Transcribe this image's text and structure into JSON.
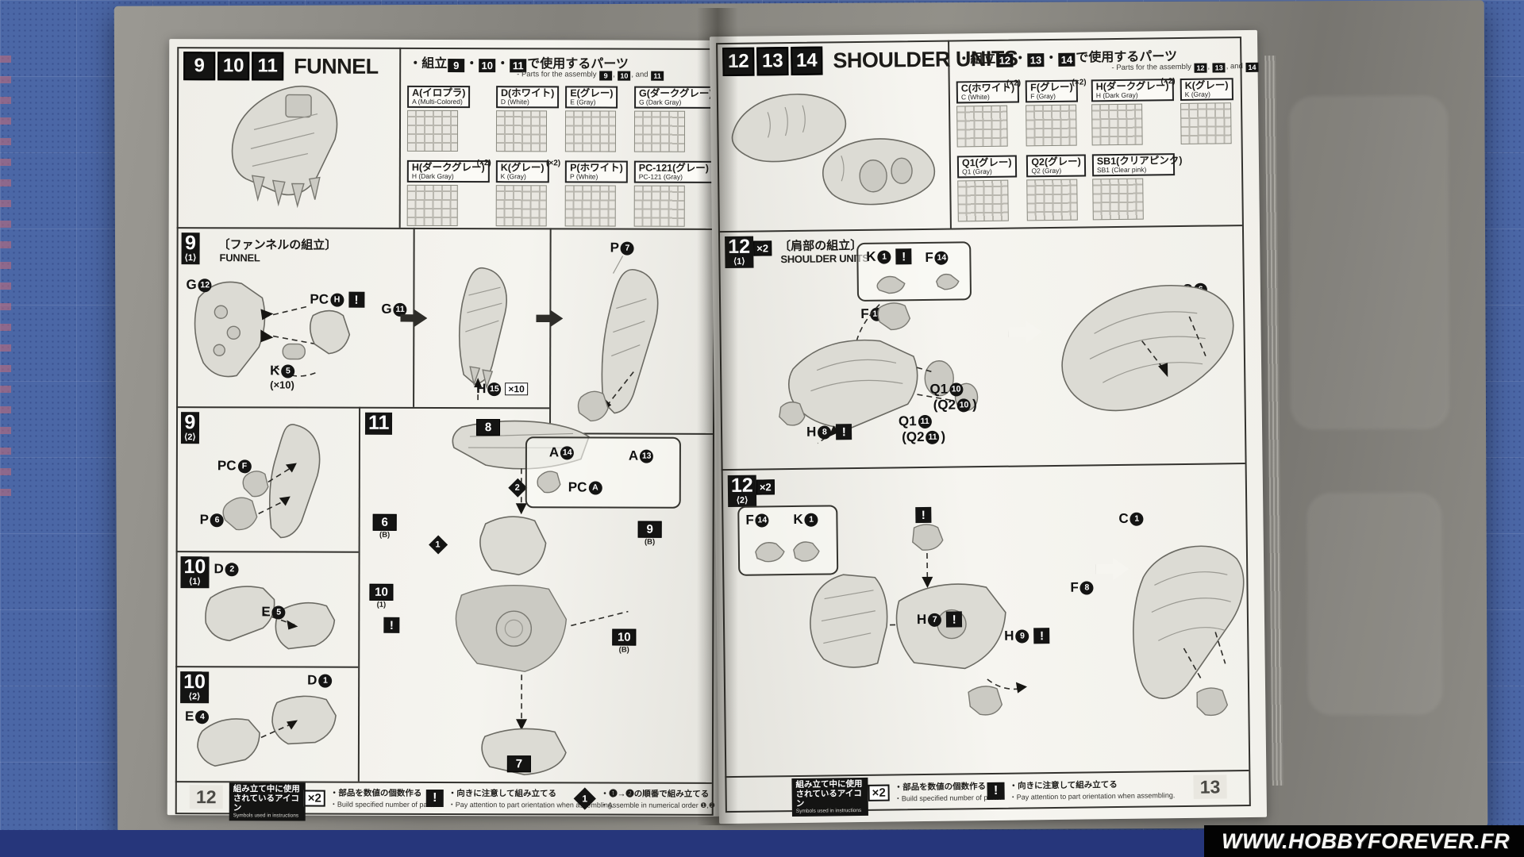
{
  "symbols": {
    "warn": "!"
  },
  "scene": {
    "watermark": "WWW.HOBBYFOREVER.FR"
  },
  "left_page": {
    "page_number": "12",
    "header": {
      "steps": [
        "9",
        "10",
        "11"
      ],
      "title": "FUNNEL"
    },
    "parts_header": {
      "jp_pre": "・組立",
      "sep": "・",
      "jp_post": "で使用するパーツ",
      "en_pre": "- Parts for the assembly",
      "en_sep1": ", ",
      "en_sep2": ", and ",
      "steps": [
        "9",
        "10",
        "11"
      ]
    },
    "parts": [
      {
        "code": "A(イロプラ)",
        "sub": "A (Multi-Colored)",
        "mult": ""
      },
      {
        "code": "D(ホワイト)",
        "sub": "D (White)",
        "mult": ""
      },
      {
        "code": "E(グレー)",
        "sub": "E (Gray)",
        "mult": ""
      },
      {
        "code": "G(ダークグレー)",
        "sub": "G (Dark Gray)",
        "mult": ""
      },
      {
        "code": "H(ダークグレー)",
        "sub": "H (Dark Gray)",
        "mult": "(×2)"
      },
      {
        "code": "K(グレー)",
        "sub": "K (Gray)",
        "mult": "(×2)"
      },
      {
        "code": "P(ホワイト)",
        "sub": "P (White)",
        "mult": ""
      },
      {
        "code": "PC-121(グレー)",
        "sub": "PC-121 (Gray)",
        "mult": ""
      }
    ],
    "steps": {
      "s9_1": {
        "num": "9",
        "sub": "⟨1⟩",
        "heading_jp": "〔ファンネルの組立〕",
        "heading_en": "FUNNEL",
        "g12_pre": "G",
        "g12_circ": "12",
        "pch_pre": "PC",
        "pch_circ": "H",
        "g11_pre": "G",
        "g11_circ": "11",
        "k5_pre": "K",
        "k5_circ": "5",
        "k5_note": "(×10)",
        "h15_pre": "H",
        "h15_circ": "15",
        "h15_x10": "×10",
        "p7_pre": "P",
        "p7_circ": "7"
      },
      "s9_2": {
        "num": "9",
        "sub": "⟨2⟩",
        "pcf_pre": "PC",
        "pcf_circ": "F",
        "p6_pre": "P",
        "p6_circ": "6"
      },
      "s10_1": {
        "num": "10",
        "sub": "⟨1⟩",
        "d2_pre": "D",
        "d2_circ": "2",
        "e5_pre": "E",
        "e5_circ": "5"
      },
      "s10_2": {
        "num": "10",
        "sub": "⟨2⟩",
        "e4_pre": "E",
        "e4_circ": "4",
        "d1_pre": "D",
        "d1_circ": "1"
      },
      "s11": {
        "num": "11",
        "b8": "8",
        "b6_n": "6",
        "b6_s": "(B)",
        "b9_n": "9",
        "b9_s": "(B)",
        "b10a_n": "10",
        "b10a_s": "(1)",
        "b10b_n": "10",
        "b10b_s": "(B)",
        "b7": "7",
        "d2": "2",
        "d1": "1",
        "a14_pre": "A",
        "a14_circ": "14",
        "a13_pre": "A",
        "a13_circ": "13",
        "pca_pre": "PC",
        "pca_circ": "A"
      }
    },
    "legend": {
      "header_jp1": "組み立て中に使用",
      "header_jp2": "されているアイコン",
      "header_en": "Symbols used in instructions",
      "x2_icon": "×2",
      "x2_jp": "・部品を数値の個数作る",
      "x2_en": "・Build specified number of parts.",
      "warn_jp": "・向きに注意して組み立てる",
      "warn_en": "・Pay attention to part orientation when assembling.",
      "order_icon": "1",
      "order_jp": "・❶→❷の順番で組み立てる",
      "order_en": "・Assemble in numerical order ❶,❷"
    }
  },
  "right_page": {
    "page_number": "13",
    "header": {
      "steps": [
        "12",
        "13",
        "14"
      ],
      "title": "SHOULDER UNITS"
    },
    "parts_header": {
      "jp_pre": "・組立",
      "sep": "・",
      "jp_post": "で使用するパーツ",
      "en_pre": "- Parts for the assembly",
      "en_sep1": ", ",
      "en_sep2": ", and ",
      "steps": [
        "12",
        "13",
        "14"
      ]
    },
    "parts": [
      {
        "code": "C(ホワイト)",
        "sub": "C (White)",
        "mult": "(×2)"
      },
      {
        "code": "F(グレー)",
        "sub": "F (Gray)",
        "mult": "(×2)"
      },
      {
        "code": "H(ダークグレー)",
        "sub": "H (Dark Gray)",
        "mult": "(×2)"
      },
      {
        "code": "K(グレー)",
        "sub": "K (Gray)",
        "mult": ""
      },
      {
        "code": "Q1(グレー)",
        "sub": "Q1 (Gray)",
        "mult": ""
      },
      {
        "code": "Q2(グレー)",
        "sub": "Q2 (Gray)",
        "mult": ""
      },
      {
        "code": "SB1(クリアピンク)",
        "sub": "SB1 (Clear pink)",
        "mult": ""
      }
    ],
    "steps": {
      "s12_1": {
        "num": "12",
        "mult": "×2",
        "sub": "⟨1⟩",
        "heading_jp": "〔肩部の組立〕",
        "heading_en": "SHOULDER UNITS",
        "k1_pre": "K",
        "k1_circ": "1",
        "f14_pre": "F",
        "f14_circ": "14",
        "f15_pre": "F",
        "f15_circ": "15",
        "q1a_pre": "Q1",
        "q1a_circ": "10",
        "q1a_p_pre": "(Q2",
        "q1a_p_circ": "10",
        "q1a_p_post": ")",
        "q1b_pre": "Q1",
        "q1b_circ": "11",
        "q1b_p_pre": "(Q2",
        "q1b_p_circ": "11",
        "q1b_p_post": ")",
        "h8_pre": "H",
        "h8_circ": "8",
        "c6_pre": "C",
        "c6_circ": "6"
      },
      "s12_2": {
        "num": "12",
        "mult": "×2",
        "sub": "⟨2⟩",
        "f14_pre": "F",
        "f14_circ": "14",
        "k1_pre": "K",
        "k1_circ": "1",
        "c1_pre": "C",
        "c1_circ": "1",
        "f8_pre": "F",
        "f8_circ": "8",
        "h7_pre": "H",
        "h7_circ": "7",
        "h9_pre": "H",
        "h9_circ": "9"
      }
    },
    "legend": {
      "header_jp1": "組み立て中に使用",
      "header_jp2": "されているアイコン",
      "header_en": "Symbols used in instructions",
      "x2_icon": "×2",
      "x2_jp": "・部品を数値の個数作る",
      "x2_en": "・Build specified number of parts.",
      "warn_jp": "・向きに注意して組み立てる",
      "warn_en": "・Pay attention to part orientation when assembling."
    }
  }
}
